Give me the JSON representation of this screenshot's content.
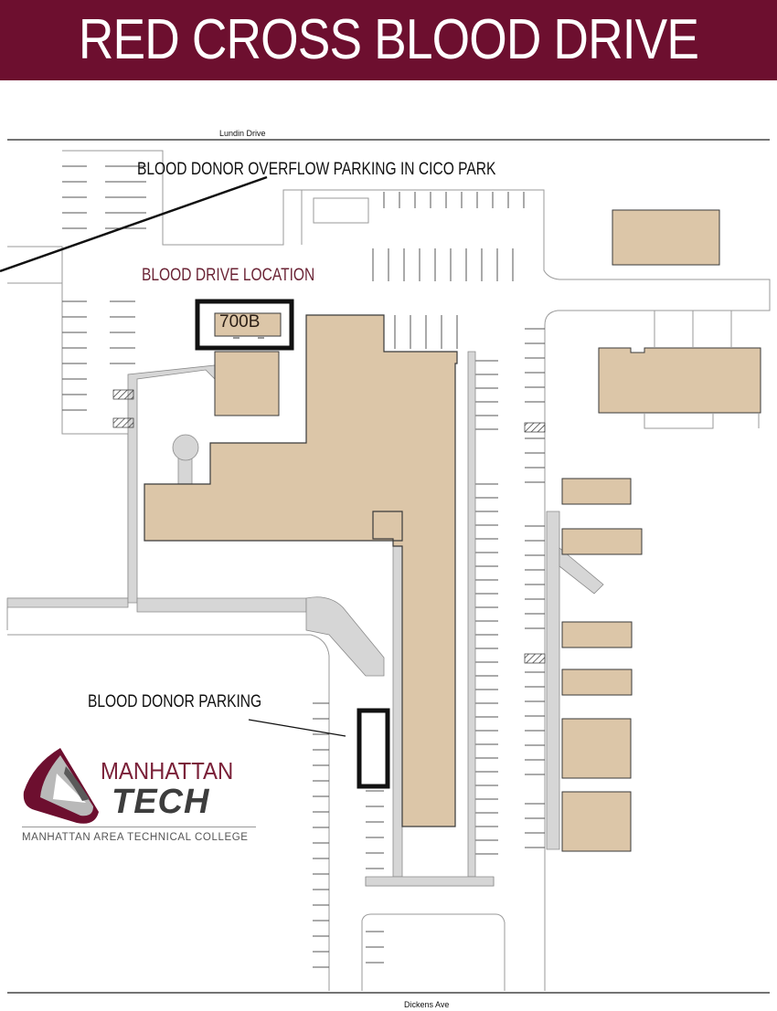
{
  "banner": {
    "title": "RED CROSS BLOOD DRIVE MAP"
  },
  "streets": {
    "north": "Lundin Drive",
    "south": "Dickens Ave"
  },
  "callouts": {
    "overflow": "BLOOD DONOR OVERFLOW PARKING IN CICO PARK",
    "location": "BLOOD DRIVE LOCATION",
    "donor_parking": "BLOOD DONOR PARKING"
  },
  "room": {
    "label": "700B"
  },
  "logo": {
    "word1": "MANHATTAN",
    "word2": "TECH",
    "subtitle": "MANHATTAN AREA TECHNICAL COLLEGE"
  },
  "colors": {
    "banner": "#6d0f2f",
    "building": "#dcc6a8",
    "sidewalk": "#d6d6d6",
    "brand_maroon": "#7a2038"
  }
}
